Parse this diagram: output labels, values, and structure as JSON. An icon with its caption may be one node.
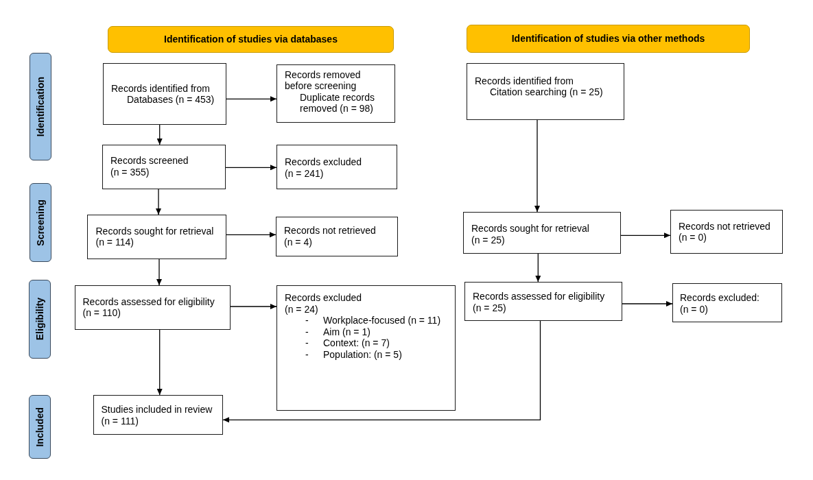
{
  "diagram": {
    "nodes": [
      {
        "text": [
          "Identification of studies via databases"
        ]
      },
      {
        "text": [
          "Identification of studies via other methods"
        ]
      },
      {
        "text": [
          "Identification"
        ]
      },
      {
        "text": [
          "Screening"
        ]
      },
      {
        "text": [
          "Eligibility"
        ]
      },
      {
        "text": [
          "Included"
        ]
      },
      {
        "text": [
          "Records identified from",
          "Databases (n = 453)"
        ]
      },
      {
        "text": [
          "Records removed before screening",
          "Duplicate records removed (n = 98)"
        ]
      },
      {
        "text": [
          "Records identified from",
          "Citation searching (n = 25)"
        ]
      },
      {
        "text": [
          "Records screened (n = 355)"
        ]
      },
      {
        "text": [
          "Records excluded (n = 241)"
        ]
      },
      {
        "text": [
          "Records sought for retrieval (n = 114)"
        ]
      },
      {
        "text": [
          "Records not retrieved (n = 4)"
        ]
      },
      {
        "text": [
          "Records sought for retrieval (n = 25)"
        ]
      },
      {
        "text": [
          "Records not retrieved (n = 0)"
        ]
      },
      {
        "text": [
          "Records assessed for eligibility (n = 110)"
        ]
      },
      {
        "text": [
          "Records excluded (n = 24)",
          "-\tWorkplace-focused (n = 11)",
          "-\tAim (n = 1)",
          "-\tContext: (n = 7)",
          "-\tPopulation: (n = 5)"
        ]
      },
      {
        "text": [
          "Records assessed for eligibility (n = 25)"
        ]
      },
      {
        "text": [
          "Records excluded: (n = 0)"
        ]
      },
      {
        "text": [
          "Studies included in review (n = 111)"
        ]
      }
    ],
    "edges": [
      {
        "from": 6,
        "to": 7,
        "arrow": "to"
      },
      {
        "from": 6,
        "to": 9,
        "arrow": "to"
      },
      {
        "from": 9,
        "to": 10,
        "arrow": "to"
      },
      {
        "from": 9,
        "to": 11,
        "arrow": "to"
      },
      {
        "from": 11,
        "to": 12,
        "arrow": "to"
      },
      {
        "from": 11,
        "to": 15,
        "arrow": "to"
      },
      {
        "from": 15,
        "to": 16,
        "arrow": "to"
      },
      {
        "from": 15,
        "to": 19,
        "arrow": "to"
      },
      {
        "from": 8,
        "to": 13,
        "arrow": "to"
      },
      {
        "from": 13,
        "to": 14,
        "arrow": "to"
      },
      {
        "from": 13,
        "to": 17,
        "arrow": "to"
      },
      {
        "from": 17,
        "to": 18,
        "arrow": "to"
      },
      {
        "from": 17,
        "to": 19,
        "arrow": "to"
      }
    ]
  }
}
